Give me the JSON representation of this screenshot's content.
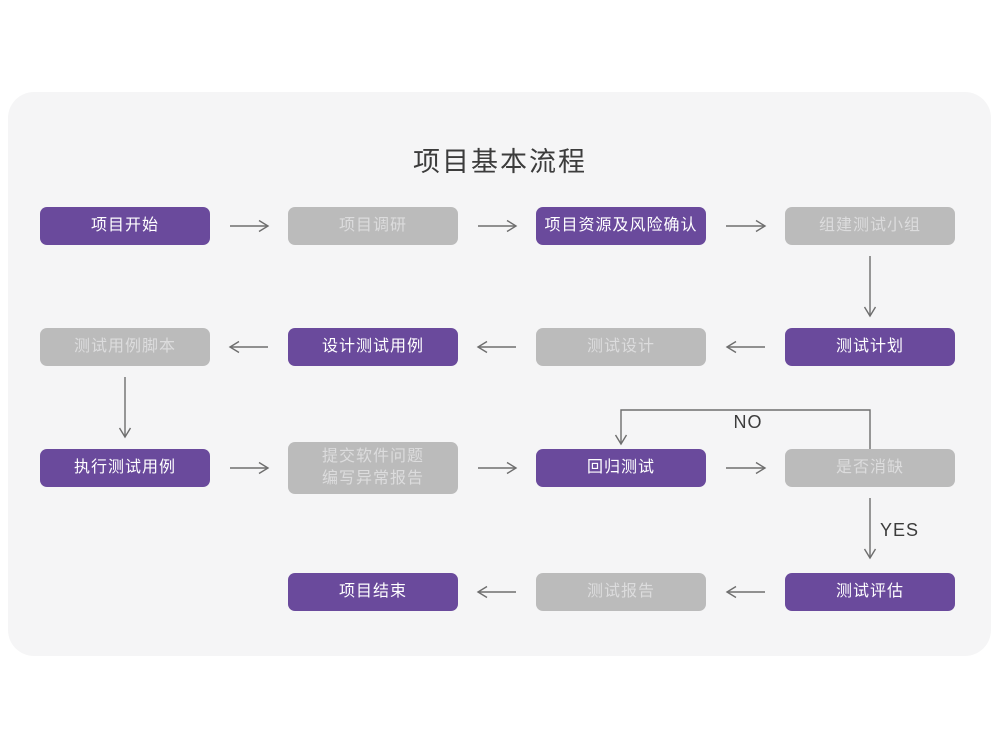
{
  "title": "项目基本流程",
  "flow": {
    "no_label": "NO",
    "yes_label": "YES",
    "nodes": [
      {
        "label": "项目开始",
        "variant": "purple"
      },
      {
        "label": "项目调研",
        "variant": "gray"
      },
      {
        "label": "项目资源及风险确认",
        "variant": "purple"
      },
      {
        "label": "组建测试小组",
        "variant": "gray"
      },
      {
        "label": "测试计划",
        "variant": "purple"
      },
      {
        "label": "测试设计",
        "variant": "gray"
      },
      {
        "label": "设计测试用例",
        "variant": "purple"
      },
      {
        "label": "测试用例脚本",
        "variant": "gray"
      },
      {
        "label": "执行测试用例",
        "variant": "purple"
      },
      {
        "label": "提交软件问题",
        "label2": "编写异常报告",
        "variant": "gray"
      },
      {
        "label": "回归测试",
        "variant": "purple"
      },
      {
        "label": "是否消缺",
        "variant": "gray"
      },
      {
        "label": "测试评估",
        "variant": "purple"
      },
      {
        "label": "测试报告",
        "variant": "gray"
      },
      {
        "label": "项目结束",
        "variant": "purple"
      }
    ]
  },
  "colors": {
    "purple": "#6a4a9c",
    "purple_text": "#ffffff",
    "gray": "#bbbbbb",
    "gray_text": "#dcdcdd",
    "card_bg": "#f5f5f6",
    "arrow": "#6e6e6e",
    "title_color": "#3c3c3c"
  }
}
